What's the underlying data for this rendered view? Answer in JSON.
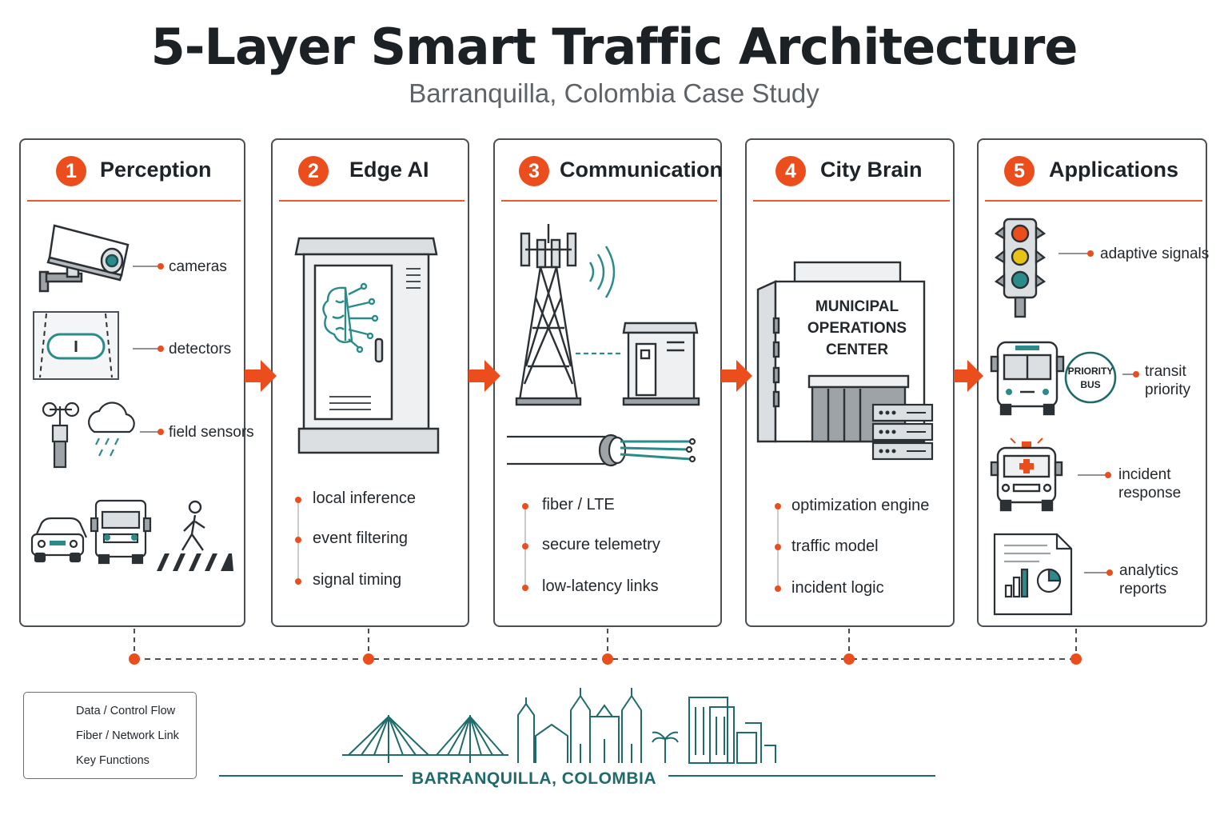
{
  "header": {
    "title": "5-Layer Smart Traffic Architecture",
    "subtitle": "Barranquilla, Colombia Case Study"
  },
  "layers": [
    {
      "number": "1",
      "title": "Perception",
      "items": [
        "cameras",
        "detectors",
        "field sensors"
      ]
    },
    {
      "number": "2",
      "title": "Edge AI",
      "functions": [
        "local inference",
        "event filtering",
        "signal timing"
      ]
    },
    {
      "number": "3",
      "title": "Communication",
      "functions": [
        "fiber / LTE",
        "secure telemetry",
        "low-latency links"
      ]
    },
    {
      "number": "4",
      "title": "City Brain",
      "building_sign": [
        "MUNICIPAL",
        "OPERATIONS",
        "CENTER"
      ],
      "functions": [
        "optimization engine",
        "traffic model",
        "incident logic"
      ]
    },
    {
      "number": "5",
      "title": "Applications",
      "priority_badge": [
        "PRIORITY",
        "BUS"
      ],
      "items": [
        {
          "line1": "adaptive signals",
          "line2": ""
        },
        {
          "line1": "transit",
          "line2": "priority"
        },
        {
          "line1": "incident",
          "line2": "response"
        },
        {
          "line1": "analytics",
          "line2": "reports"
        }
      ]
    }
  ],
  "legend": {
    "items": [
      "Data / Control Flow",
      "Fiber / Network Link",
      "Key Functions"
    ]
  },
  "footer": {
    "city_label": "BARRANQUILLA, COLOMBIA"
  },
  "colors": {
    "accent": "#ec4d1c",
    "teal": "#1f6b6b",
    "outline": "#4a4f55"
  },
  "icons": [
    "security-camera-icon",
    "loop-detector-icon",
    "anemometer-icon",
    "rain-cloud-icon",
    "car-icon",
    "truck-icon",
    "pedestrian-icon",
    "edge-cabinet-icon",
    "brain-chip-icon",
    "cell-tower-icon",
    "wireless-signal-icon",
    "shelter-icon",
    "fiber-cable-icon",
    "operations-building-icon",
    "server-rack-icon",
    "traffic-light-icon",
    "bus-icon",
    "ambulance-icon",
    "report-icon",
    "flow-arrow-icon",
    "skyline-icon"
  ]
}
